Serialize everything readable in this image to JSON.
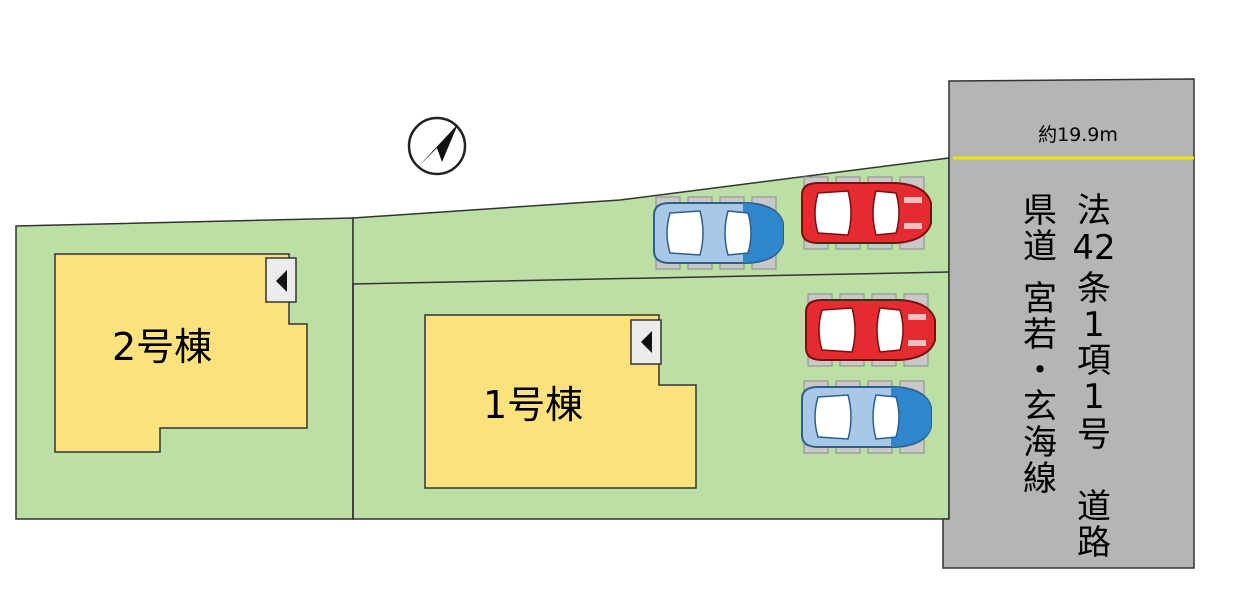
{
  "buildings": [
    {
      "id": "building-2",
      "label": "2号棟"
    },
    {
      "id": "building-1",
      "label": "1号棟"
    }
  ],
  "road": {
    "width_label": "約19.9m",
    "name_vertical": [
      "法",
      "42",
      "条",
      "1",
      "項",
      "1",
      "号",
      "",
      "道",
      "路"
    ],
    "prefectural_vertical": [
      "県",
      "道",
      "",
      "宮",
      "若",
      "・",
      "玄",
      "海",
      "線"
    ]
  },
  "colors": {
    "lot": "#bcdfa6",
    "building": "#fce27c",
    "road": "#b5b5b5",
    "road_line": "#f2e600",
    "car_red": "#e32b30",
    "car_blue": "#4b9ad6",
    "outline": "#333333"
  },
  "icons": {
    "compass": "north-arrow-icon",
    "entrance": "entrance-marker-icon",
    "car": "car-icon"
  }
}
